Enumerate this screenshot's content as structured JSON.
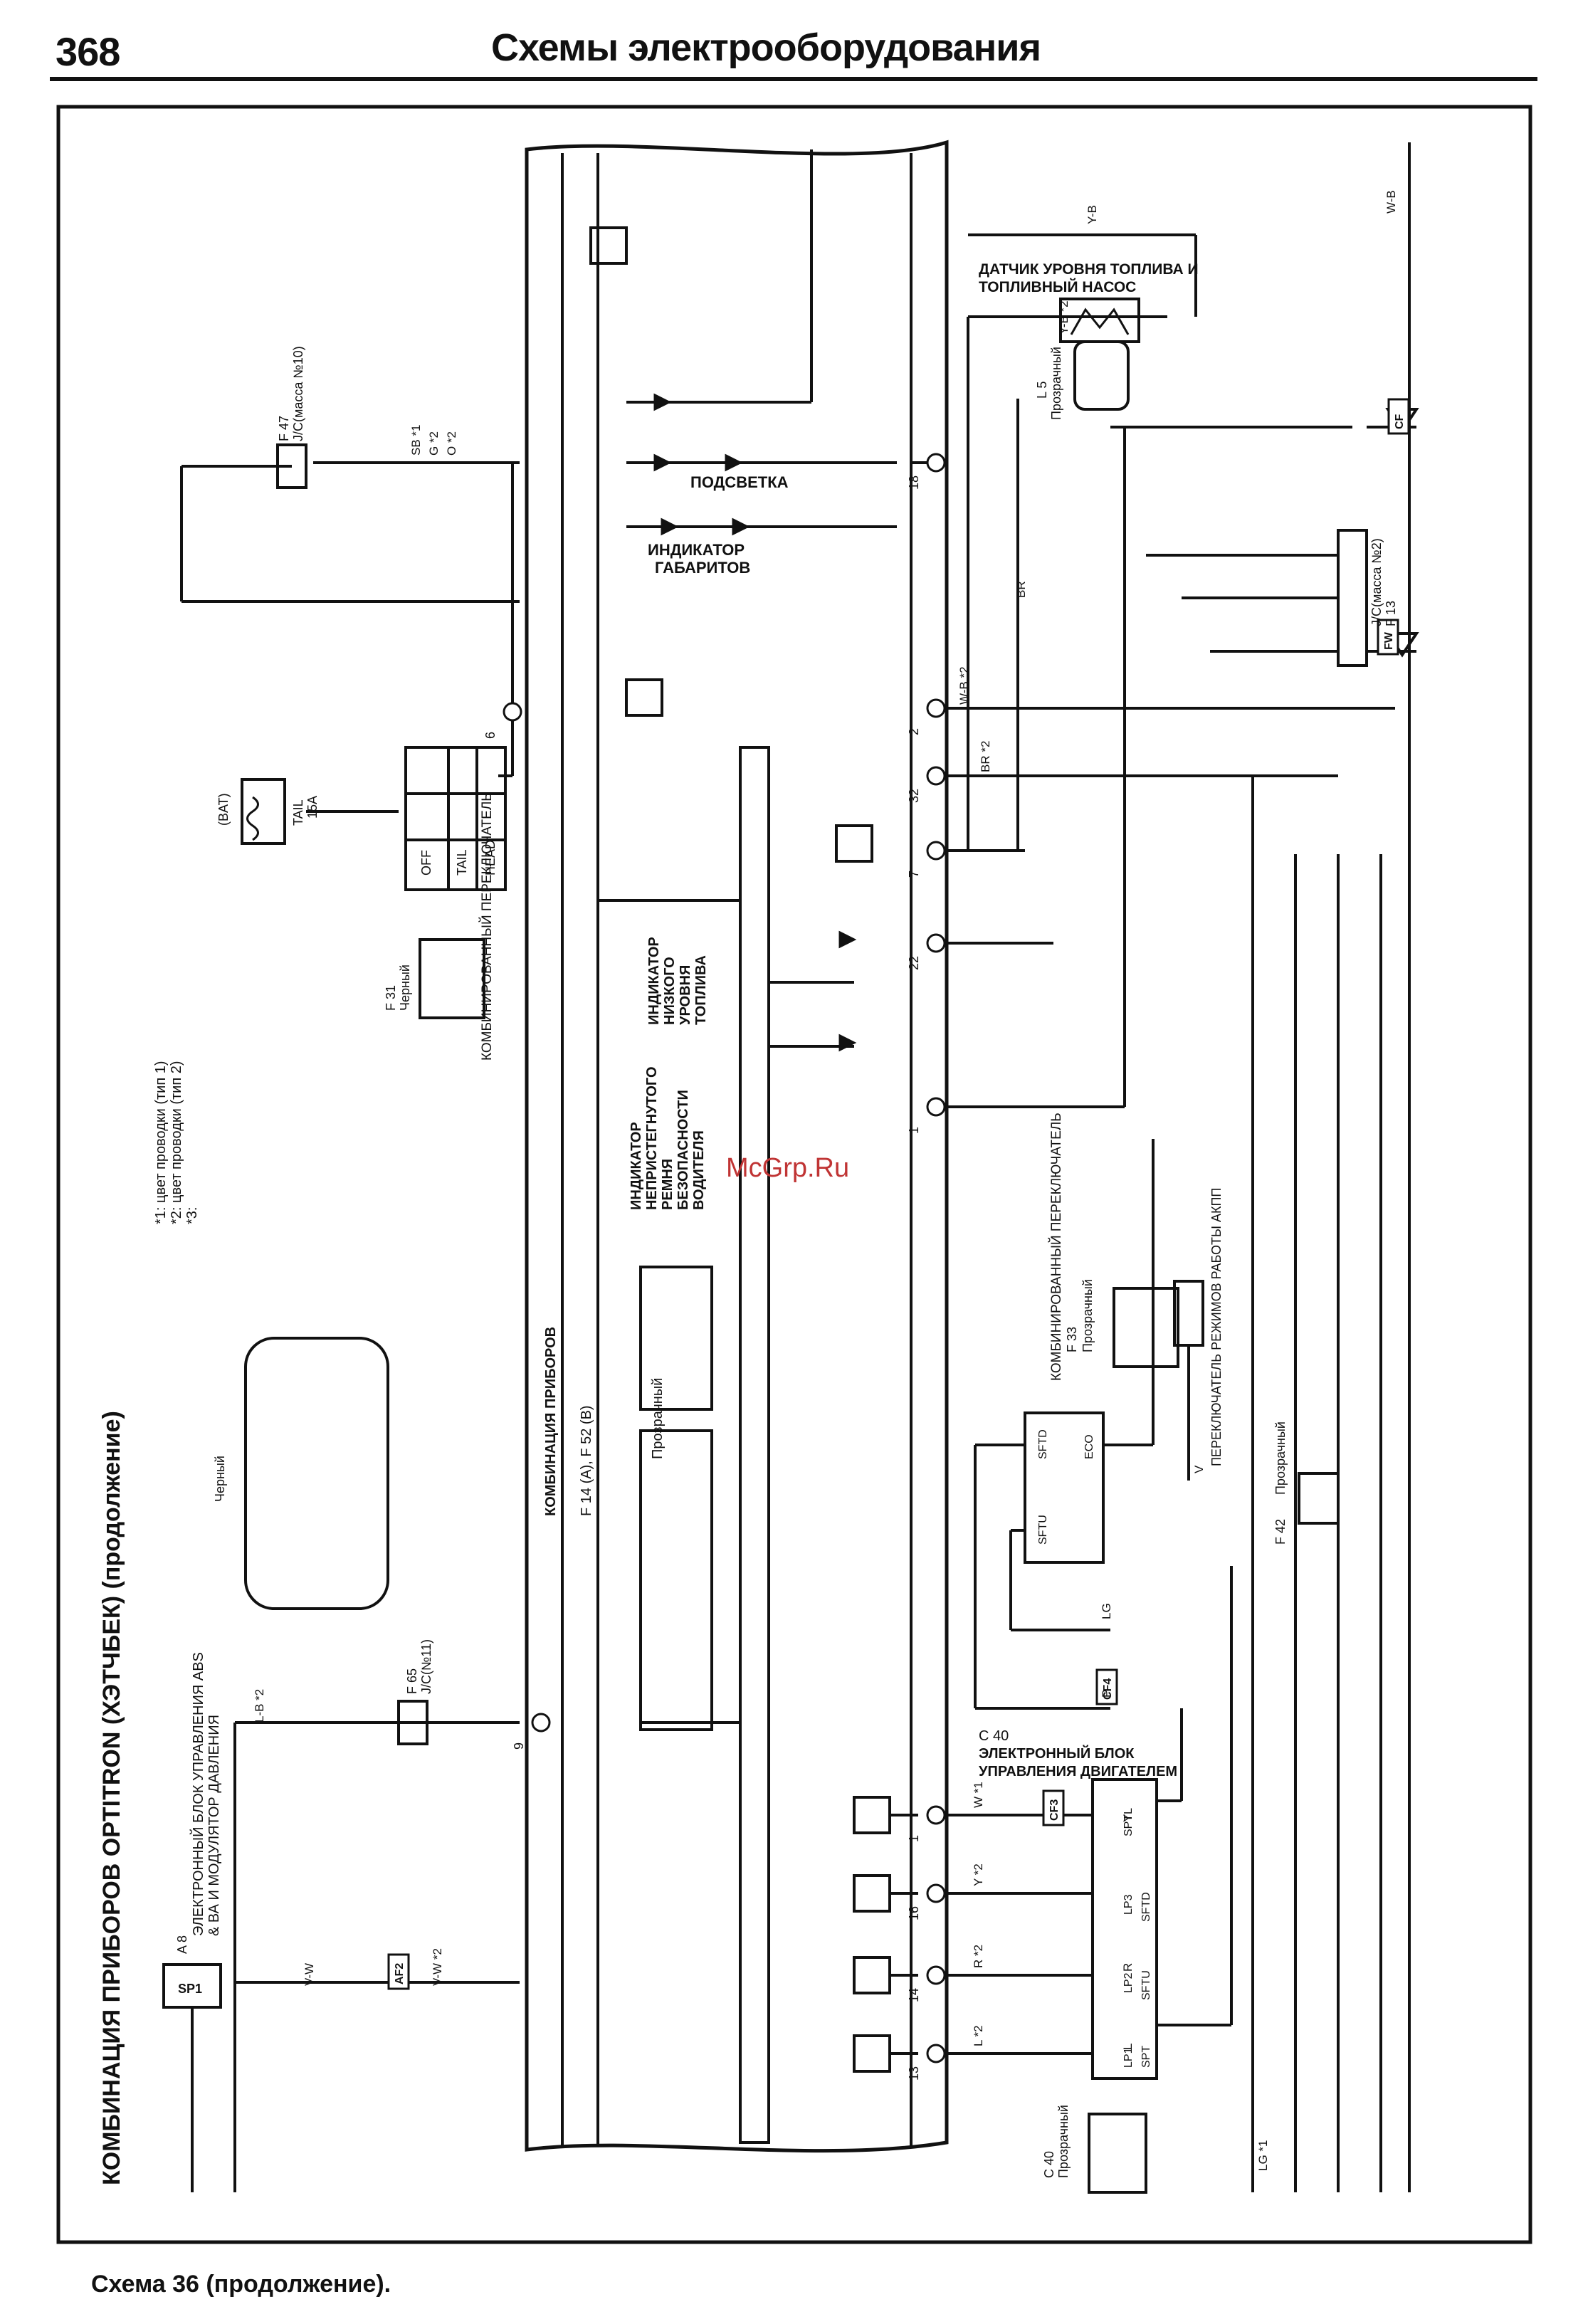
{
  "header": {
    "page_number": "368",
    "section_title": "Схемы электрооборудования"
  },
  "diagram": {
    "title": "КОМБИНАЦИЯ ПРИБОРОВ OPTITRON (ХЭТЧБЕК) (продолжение)",
    "caption": "Схема 36 (продолжение).",
    "watermark": "McGrp.Ru",
    "notes": [
      "*1: цвет проводки (тип 1)",
      "*2: цвет проводки (тип 2)",
      "*3:"
    ],
    "cluster": {
      "label": "КОМБИНАЦИЯ ПРИБОРОВ",
      "connectors": "F 14 (A), F 52 (B)",
      "connector_color": "Прозрачный",
      "pins": [
        "18",
        "2",
        "32",
        "7",
        "22",
        "1",
        "6",
        "9",
        "1",
        "16",
        "14",
        "13"
      ]
    },
    "components": {
      "backlight": "ПОДСВЕТКА",
      "clearance_line1": "ИНДИКАТОР",
      "clearance_line2": "ГАБАРИТОВ",
      "low_fuel": [
        "ИНДИКАТОР",
        "НИЗКОГО",
        "УРОВНЯ",
        "ТОПЛИВА"
      ],
      "seatbelt": [
        "ИНДИКАТОР",
        "НЕПРИСТЕГНУТОГО",
        "РЕМНЯ",
        "БЕЗОПАСНОСТИ",
        "ВОДИТЕЛЯ"
      ],
      "fuel_sender_line1": "ДАТЧИК УРОВНЯ ТОПЛИВА И",
      "fuel_sender_line2": "ТОПЛИВНЫЙ НАСОС",
      "fuel_sender_connector": "L 5",
      "fuel_sender_color": "Прозрачный",
      "fuse_bat": "(BAT)",
      "fuse_tail": "TAIL",
      "fuse_rating": "15A",
      "light_switch_name": "КОМБИНИРОВАННЫЙ ПЕРЕКЛЮЧАТЕЛЬ",
      "light_switch_connector": "F 31",
      "light_switch_color": "Черный",
      "light_switch_positions": [
        "OFF",
        "TAIL",
        "HEAD"
      ],
      "jc_ground1": "J/C(масса №10)",
      "jc_ground1_id": "F 47",
      "jc_ground2": "J/C(масса №2)",
      "jc_ground2_id": "F 13",
      "jc_11": "J/C(№11)",
      "jc_11_id": "F 65",
      "abs_ecu_line1": "ЭЛЕКТРОННЫЙ БЛОК УПРАВЛЕНИЯ ABS",
      "abs_ecu_line2": "& ВА И МОДУЛЯТОР ДАВЛЕНИЯ",
      "abs_ecu_connector": "A 8",
      "abs_connector_color": "Черный",
      "abs_pin": "SP1",
      "ecu_c40_line1": "С 40",
      "ecu_c40_line2": "ЭЛЕКТРОННЫЙ БЛОК",
      "ecu_c40_line3": "УПРАВЛЕНИЯ ДВИГАТЕЛЕМ",
      "ecu_pins": [
        "SPTL",
        "LP3",
        "LP2",
        "LP1",
        "SFTD",
        "SFTU",
        "SPT"
      ],
      "shift_switch_name": "КОМБИНИРОВАННЫЙ ПЕРЕКЛЮЧАТЕЛЬ",
      "shift_switch_connector": "F 33",
      "shift_switch_color": "Прозрачный",
      "shift_switch_pins": [
        "SFTD",
        "ECO",
        "SFTU"
      ],
      "akpp_mode_switch": "ПЕРЕКЛЮЧАТЕЛЬ РЕЖИМОВ РАБОТЫ АКПП",
      "akpp_mode_connector": "F 42",
      "akpp_mode_color": "Прозрачный",
      "c40_connector": "С 40",
      "c40_color": "Прозрачный"
    },
    "wire_labels": [
      "SB *1",
      "G *2",
      "O *2",
      "W-B *2",
      "BR *2",
      "Y-B *2",
      "L-B *2",
      "V-W *2",
      "W *1",
      "Y *2",
      "R *2",
      "L *2",
      "LG *1",
      "W-B",
      "Y-B",
      "BR",
      "V",
      "P",
      "LG",
      "Y",
      "R",
      "L",
      "V-W"
    ],
    "connector_tags": [
      "CF3",
      "CF4",
      "AF2",
      "FW",
      "CF"
    ]
  }
}
